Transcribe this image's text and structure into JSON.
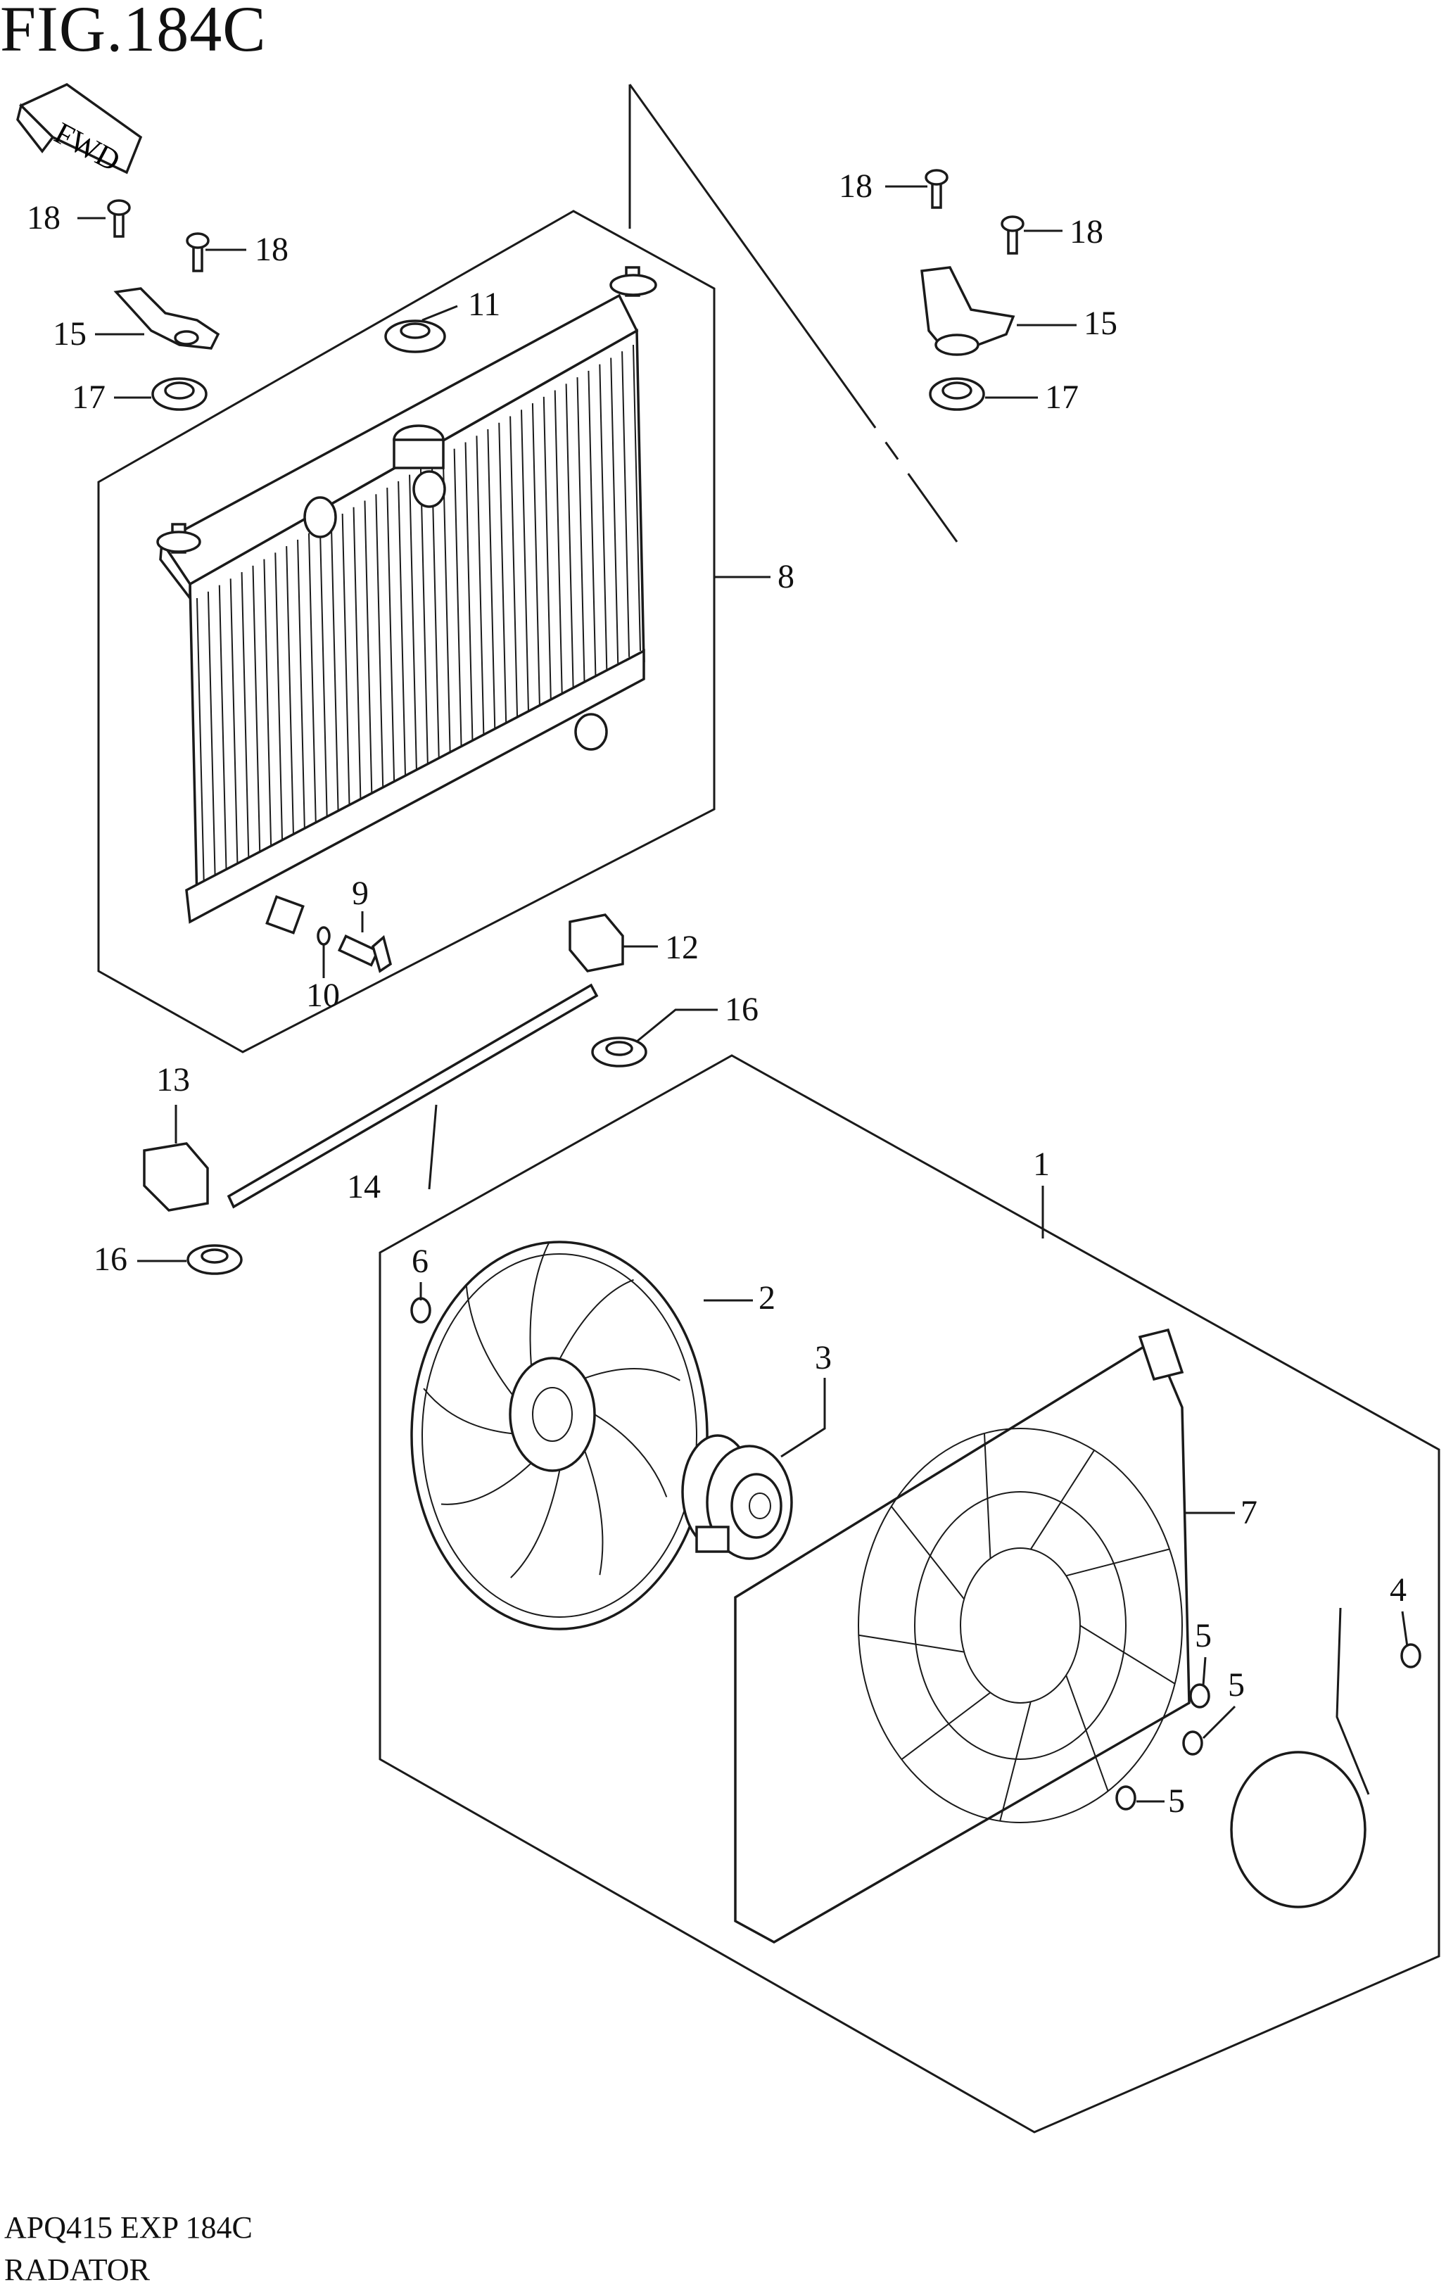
{
  "figure": {
    "title": "FIG.184C",
    "fwd_label": "FWD",
    "footer_code": "APQ415 EXP 184C",
    "footer_name": "RADATOR"
  },
  "callouts": [
    {
      "id": "c1",
      "number": "1",
      "part": "fan-shroud-assembly"
    },
    {
      "id": "c2",
      "number": "2",
      "part": "fan"
    },
    {
      "id": "c3",
      "number": "3",
      "part": "fan-motor"
    },
    {
      "id": "c4",
      "number": "4",
      "part": "bolt"
    },
    {
      "id": "c5a",
      "number": "5",
      "part": "screw"
    },
    {
      "id": "c5b",
      "number": "5",
      "part": "screw"
    },
    {
      "id": "c5c",
      "number": "5",
      "part": "screw"
    },
    {
      "id": "c6",
      "number": "6",
      "part": "nut"
    },
    {
      "id": "c7",
      "number": "7",
      "part": "shroud"
    },
    {
      "id": "c8",
      "number": "8",
      "part": "radiator"
    },
    {
      "id": "c9",
      "number": "9",
      "part": "drain-plug"
    },
    {
      "id": "c10",
      "number": "10",
      "part": "o-ring"
    },
    {
      "id": "c11",
      "number": "11",
      "part": "radiator-cap"
    },
    {
      "id": "c12",
      "number": "12",
      "part": "cushion"
    },
    {
      "id": "c13",
      "number": "13",
      "part": "cushion"
    },
    {
      "id": "c14",
      "number": "14",
      "part": "seal"
    },
    {
      "id": "c15a",
      "number": "15",
      "part": "bracket"
    },
    {
      "id": "c15b",
      "number": "15",
      "part": "bracket"
    },
    {
      "id": "c16a",
      "number": "16",
      "part": "cushion"
    },
    {
      "id": "c16b",
      "number": "16",
      "part": "cushion"
    },
    {
      "id": "c17a",
      "number": "17",
      "part": "cushion"
    },
    {
      "id": "c17b",
      "number": "17",
      "part": "cushion"
    },
    {
      "id": "c18a",
      "number": "18",
      "part": "bolt"
    },
    {
      "id": "c18b",
      "number": "18",
      "part": "bolt"
    },
    {
      "id": "c18c",
      "number": "18",
      "part": "bolt"
    },
    {
      "id": "c18d",
      "number": "18",
      "part": "bolt"
    }
  ]
}
